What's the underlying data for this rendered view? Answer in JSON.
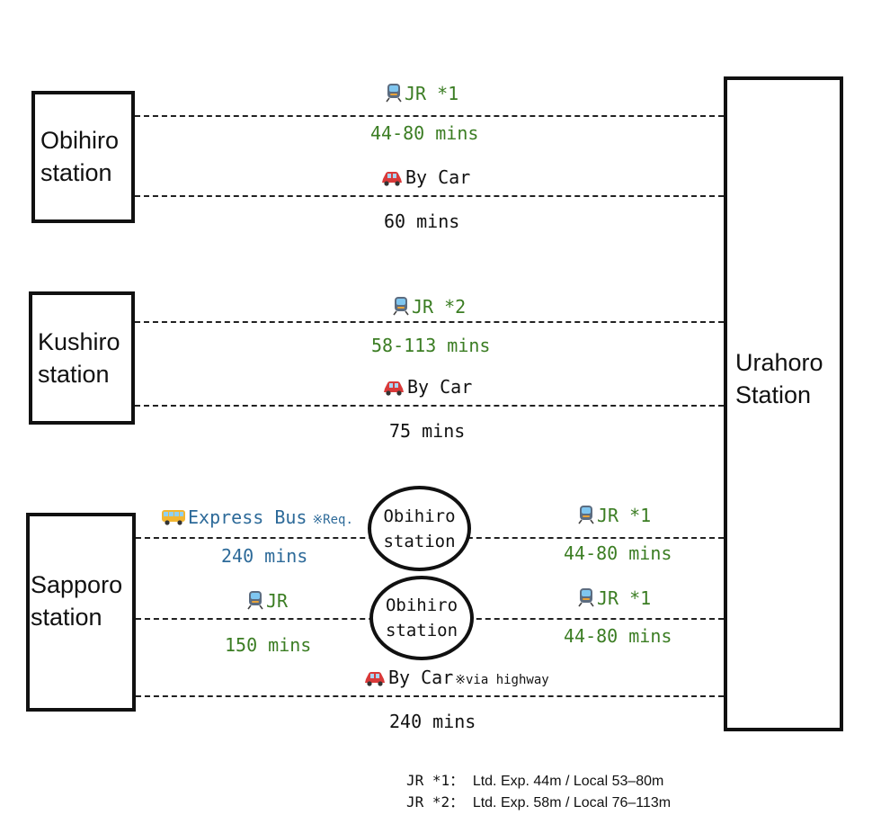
{
  "origins": {
    "obihiro": [
      "Obihiro",
      "station"
    ],
    "kushiro": [
      "Kushiro",
      "station"
    ],
    "sapporo": [
      "Sapporo",
      "station"
    ]
  },
  "destination": [
    "Urahoro",
    "Station"
  ],
  "hubs": {
    "bus_transfer": [
      "Obihiro",
      "station"
    ],
    "jr_transfer": [
      "Obihiro",
      "station"
    ]
  },
  "routes": {
    "obihiro_jr": {
      "label": "JR *1",
      "time": "44-80 mins",
      "color": "#3b7d23",
      "icon": "train-icon"
    },
    "obihiro_car": {
      "label": "By Car",
      "time": "60 mins",
      "color": "#111111",
      "icon": "car-icon"
    },
    "kushiro_jr": {
      "label": "JR *2",
      "time": "58-113 mins",
      "color": "#3b7d23",
      "icon": "train-icon"
    },
    "kushiro_car": {
      "label": "By Car",
      "time": "75 mins",
      "color": "#111111",
      "icon": "car-icon"
    },
    "sapporo_bus": {
      "label": "Express Bus",
      "note": "※Req.",
      "time": "240 mins",
      "color": "#2d6a99",
      "icon": "bus-icon"
    },
    "sapporo_bus_jr": {
      "label": "JR *1",
      "time": "44-80 mins",
      "color": "#3b7d23",
      "icon": "train-icon"
    },
    "sapporo_jr": {
      "label": "JR",
      "time": "150 mins",
      "color": "#3b7d23",
      "icon": "train-icon"
    },
    "sapporo_jr_jr": {
      "label": "JR *1",
      "time": "44-80 mins",
      "color": "#3b7d23",
      "icon": "train-icon"
    },
    "sapporo_car": {
      "label": "By Car",
      "note": "※via highway",
      "time": "240 mins",
      "color": "#111111",
      "icon": "car-icon"
    }
  },
  "footnotes": [
    {
      "key": "JR *1：",
      "value": "Ltd. Exp. 44m / Local 53–80m"
    },
    {
      "key": "JR *2：",
      "value": "Ltd. Exp. 58m / Local 76–113m"
    }
  ]
}
